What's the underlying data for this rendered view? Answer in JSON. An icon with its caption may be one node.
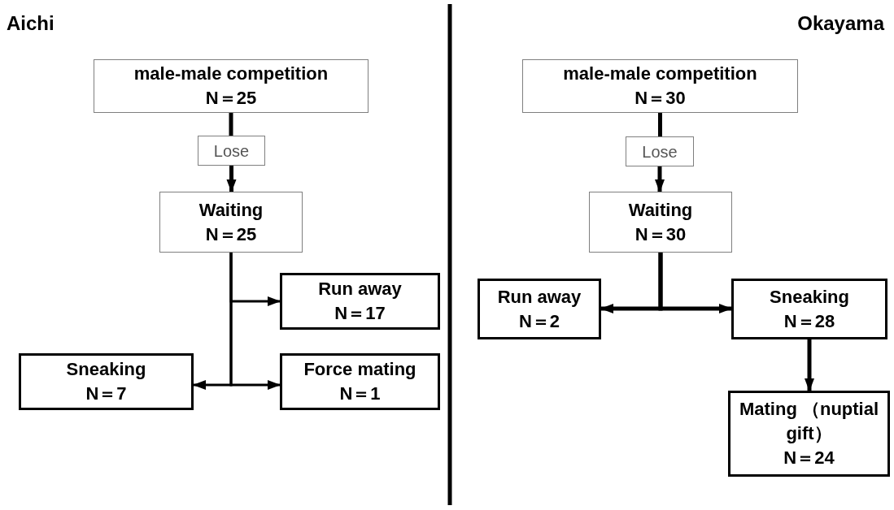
{
  "diagram": {
    "nodes": [
      {
        "text": [
          "male-male competition",
          "N＝25"
        ]
      },
      {
        "text": [
          "Lose"
        ]
      },
      {
        "text": [
          "Waiting",
          "N＝25"
        ]
      },
      {
        "text": [
          "Run away",
          "N＝17"
        ]
      },
      {
        "text": [
          "Sneaking",
          "N＝7"
        ]
      },
      {
        "text": [
          "Force mating",
          "N＝1"
        ]
      },
      {
        "text": [
          "male-male competition",
          "N＝30"
        ]
      },
      {
        "text": [
          "Lose"
        ]
      },
      {
        "text": [
          "Waiting",
          "N＝30"
        ]
      },
      {
        "text": [
          "Run away",
          "N＝2"
        ]
      },
      {
        "text": [
          "Sneaking",
          "N＝28"
        ]
      },
      {
        "text": [
          "Mating （nuptial gift）",
          "N＝24"
        ]
      }
    ],
    "edges": [
      {
        "from": 0,
        "to": 1,
        "arrow": "none"
      },
      {
        "from": 1,
        "to": 2,
        "arrow": "to"
      },
      {
        "from": 2,
        "to": 3,
        "arrow": "to"
      },
      {
        "from": 2,
        "to": 4,
        "arrow": "to"
      },
      {
        "from": 2,
        "to": 5,
        "arrow": "to"
      },
      {
        "from": 6,
        "to": 7,
        "arrow": "none"
      },
      {
        "from": 7,
        "to": 8,
        "arrow": "to"
      },
      {
        "from": 8,
        "to": 9,
        "arrow": "to"
      },
      {
        "from": 8,
        "to": 10,
        "arrow": "to"
      },
      {
        "from": 10,
        "to": 11,
        "arrow": "to"
      }
    ],
    "labels": [
      "Aichi",
      "Okayama"
    ]
  }
}
